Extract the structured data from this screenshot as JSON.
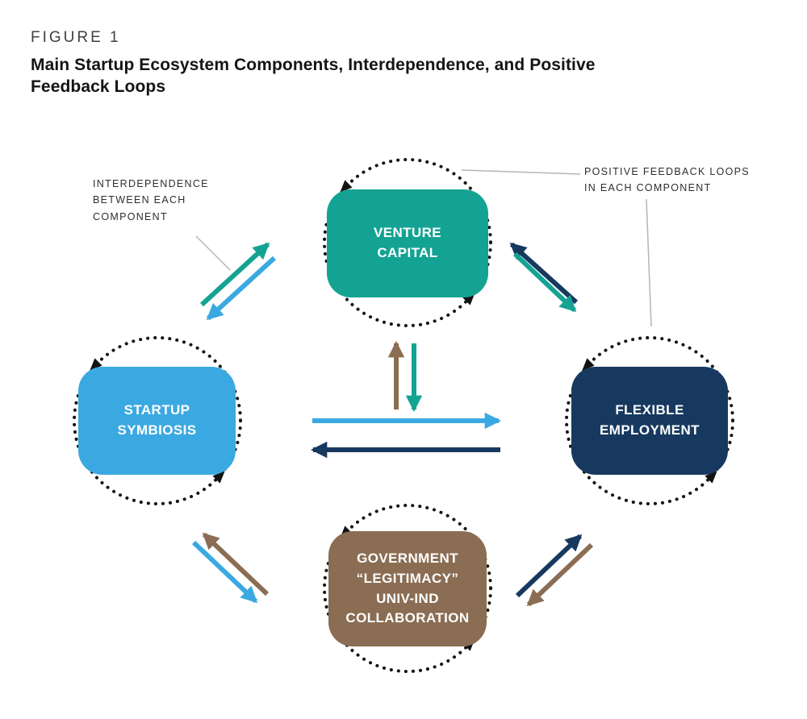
{
  "figure": {
    "label": "FIGURE 1",
    "title": [
      "Main Startup Ecosystem Components, Interdependence, and Positive",
      "Feedback Loops"
    ]
  },
  "annotations": {
    "interdependence": {
      "lines": [
        "INTERDEPENDENCE",
        "BETWEEN EACH",
        "COMPONENT"
      ]
    },
    "feedback_loops": {
      "lines": [
        "POSITIVE FEEDBACK LOOPS",
        "IN EACH COMPONENT"
      ]
    }
  },
  "nodes": {
    "venture_capital": {
      "lines": [
        "VENTURE",
        "CAPITAL"
      ],
      "color": "#14A392"
    },
    "startup_symbiosis": {
      "lines": [
        "STARTUP",
        "SYMBIOSIS"
      ],
      "color": "#3BA9E1"
    },
    "flexible_employment": {
      "lines": [
        "FLEXIBLE",
        "EMPLOYMENT"
      ],
      "color": "#17395F"
    },
    "government": {
      "lines": [
        "GOVERNMENT",
        "“LEGITIMACY”",
        "UNIV-IND",
        "COLLABORATION"
      ],
      "color": "#8A6D53"
    }
  },
  "colors": {
    "teal": "#14A392",
    "blue": "#3BA9E1",
    "navy": "#17395F",
    "brown": "#8A6D53",
    "loop": "#131313",
    "leader": "#B5B5B5"
  }
}
